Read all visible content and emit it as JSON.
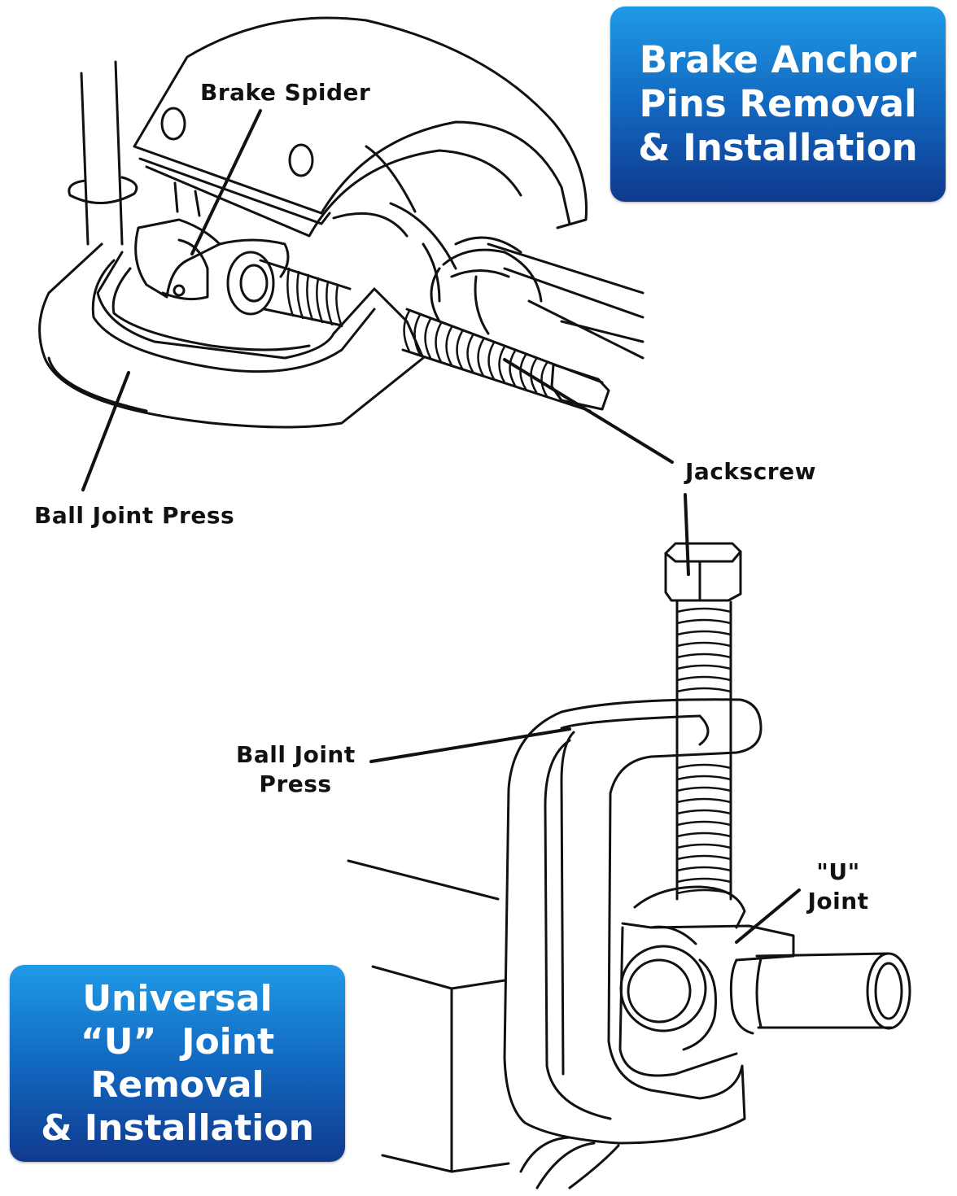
{
  "top_banner": {
    "lines": [
      "Brake Anchor",
      "Pins Removal",
      "& Installation"
    ],
    "color_top": "#1f9ae6",
    "color_bottom": "#0f3a8e"
  },
  "bottom_banner": {
    "lines": [
      "Universal",
      "“U”  Joint",
      "Removal",
      "& Installation"
    ]
  },
  "labels": {
    "brake_spider": "Brake Spider",
    "ball_joint_press_top": "Ball Joint Press",
    "jackscrew": "Jackscrew",
    "ball_joint_press_bottom_line1": "Ball Joint",
    "ball_joint_press_bottom_line2": "Press",
    "u_joint_line1": "\"U\"",
    "u_joint_line2": "Joint"
  },
  "icons": {
    "brake_assembly": "brake-drum-with-press-illustration",
    "u_joint_assembly": "u-joint-with-c-press-illustration"
  }
}
